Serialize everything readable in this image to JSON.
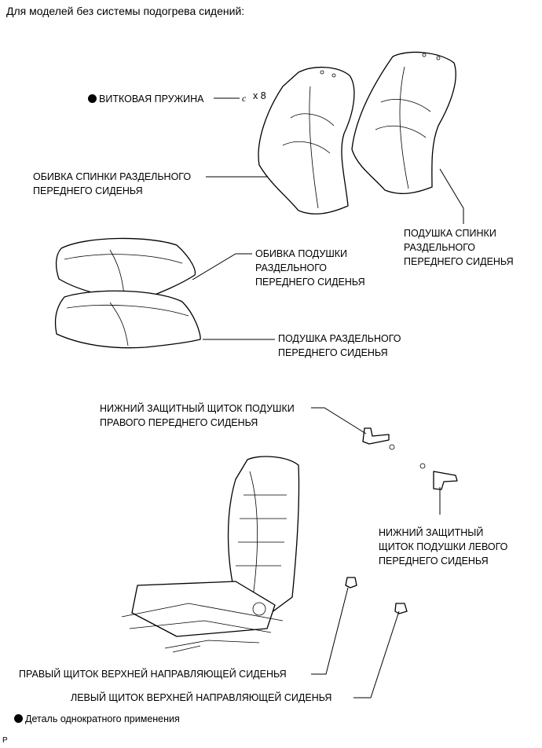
{
  "header": "Для моделей без системы подогрева сидений:",
  "labels": {
    "coil_spring": "ВИТКОВАЯ ПРУЖИНА",
    "coil_spring_qty": "x 8",
    "seatback_cover_1": "ОБИВКА СПИНКИ РАЗДЕЛЬНОГО",
    "seatback_cover_2": "ПЕРЕДНЕГО СИДЕНЬЯ",
    "seatback_pad_1": "ПОДУШКА СПИНКИ",
    "seatback_pad_2": "РАЗДЕЛЬНОГО",
    "seatback_pad_3": "ПЕРЕДНЕГО СИДЕНЬЯ",
    "cushion_cover_1": "ОБИВКА ПОДУШКИ",
    "cushion_cover_2": "РАЗДЕЛЬНОГО",
    "cushion_cover_3": "ПЕРЕДНЕГО СИДЕНЬЯ",
    "cushion_pad_1": "ПОДУШКА РАЗДЕЛЬНОГО",
    "cushion_pad_2": "ПЕРЕДНЕГО СИДЕНЬЯ",
    "shield_rh_1": "НИЖНИЙ ЗАЩИТНЫЙ ЩИТОК ПОДУШКИ",
    "shield_rh_2": "ПРАВОГО ПЕРЕДНЕГО СИДЕНЬЯ",
    "shield_lh_1": "НИЖНИЙ ЗАЩИТНЫЙ",
    "shield_lh_2": "ЩИТОК ПОДУШКИ ЛЕВОГО",
    "shield_lh_3": "ПЕРЕДНЕГО СИДЕНЬЯ",
    "rail_cover_rh": "ПРАВЫЙ ЩИТОК ВЕРХНЕЙ НАПРАВЛЯЮЩЕЙ СИДЕНЬЯ",
    "rail_cover_lh": "ЛЕВЫЙ ЩИТОК ВЕРХНЕЙ НАПРАВЛЯЮЩЕЙ СИДЕНЬЯ"
  },
  "footer": "Деталь однократного применения",
  "corner_mark": "P"
}
